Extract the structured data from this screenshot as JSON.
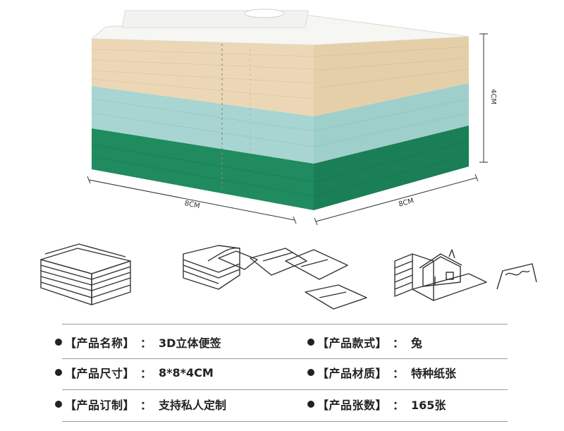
{
  "figure": {
    "height_label": "4CM",
    "width_label_left": "8CM",
    "width_label_right": "8CM",
    "colors": {
      "cream": "#ead6b4",
      "light_blue": "#a9d6d2",
      "green": "#1e8a5e",
      "top": "#f7f7f5"
    }
  },
  "sketches": [
    "note-stack-sketch",
    "torn-notes-sketch",
    "house-popup-sketch"
  ],
  "specs": [
    {
      "label": "【产品名称】",
      "sep": "：",
      "value": "3D立体便签"
    },
    {
      "label": "【产品款式】",
      "sep": "：",
      "value": "兔"
    },
    {
      "label": "【产品尺寸】",
      "sep": "：",
      "value": "8*8*4CM"
    },
    {
      "label": "【产品材质】",
      "sep": "：",
      "value": "特种纸张"
    },
    {
      "label": "【产品订制】",
      "sep": "：",
      "value": "支持私人定制"
    },
    {
      "label": "【产品张数】",
      "sep": "：",
      "value": "165张"
    }
  ]
}
